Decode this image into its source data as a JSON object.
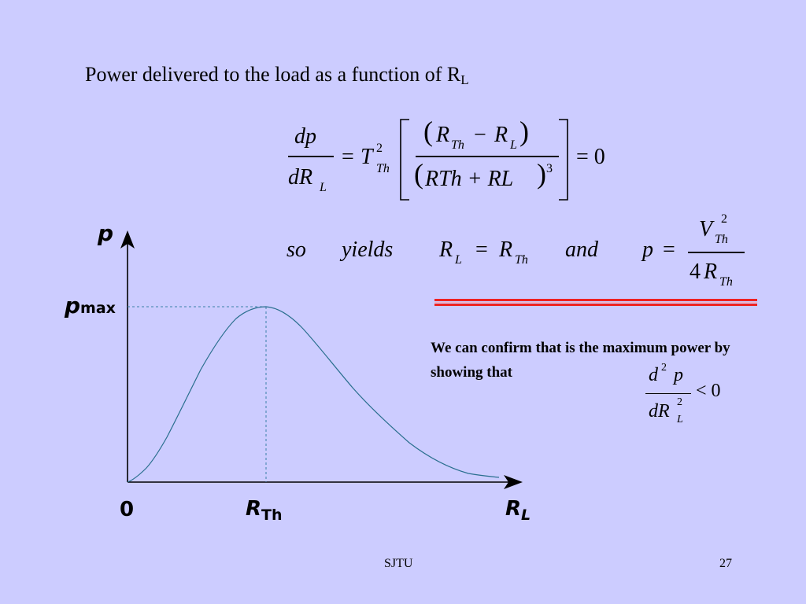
{
  "slide": {
    "title_text": "Power delivered to the load as a function of R",
    "title_subscript": "L"
  },
  "eq1": {
    "num": "dp",
    "den_main": "dR",
    "den_sub": "L",
    "equals": "=",
    "t_main": "T",
    "t_sup": "2",
    "t_sub": "Th",
    "bracket_num_r1": "R",
    "bracket_num_r1_sub": "Th",
    "minus": "−",
    "bracket_num_r2": "R",
    "bracket_num_r2_sub": "L",
    "bracket_den": "RTh + RL",
    "bracket_den_sup": "3",
    "result": "= 0"
  },
  "eq2": {
    "so": "so",
    "yields": "yields",
    "rl": "R",
    "rl_sub": "L",
    "eq": "=",
    "rth": "R",
    "rth_sub": "Th",
    "and": "and",
    "p": "p",
    "peq": "=",
    "v": "V",
    "v_sup": "2",
    "v_sub": "Th",
    "den_coef": "4",
    "den_r": "R",
    "den_sub": "Th"
  },
  "confirm": {
    "text": "We can confirm that is the maximum power by showing that"
  },
  "eq3": {
    "num_d": "d",
    "num_sup": "2",
    "num_p": "p",
    "den_dr": "dR",
    "den_sup": "2",
    "den_sub": "L",
    "rel": "< 0"
  },
  "graph": {
    "y_label": "p",
    "pmax_main": "p",
    "pmax_sub": "max",
    "origin": "0",
    "rth_main": "R",
    "rth_sub": "Th",
    "rl_main": "R",
    "rl_sub": "L",
    "curve_color": "#2a6f8f",
    "axis_color": "#000000"
  },
  "footer": {
    "left": "SJTU",
    "right": "27"
  },
  "colors": {
    "background": "#ccccff",
    "underline_red": "#ee2222",
    "underline_pink": "#f4b0c0"
  }
}
